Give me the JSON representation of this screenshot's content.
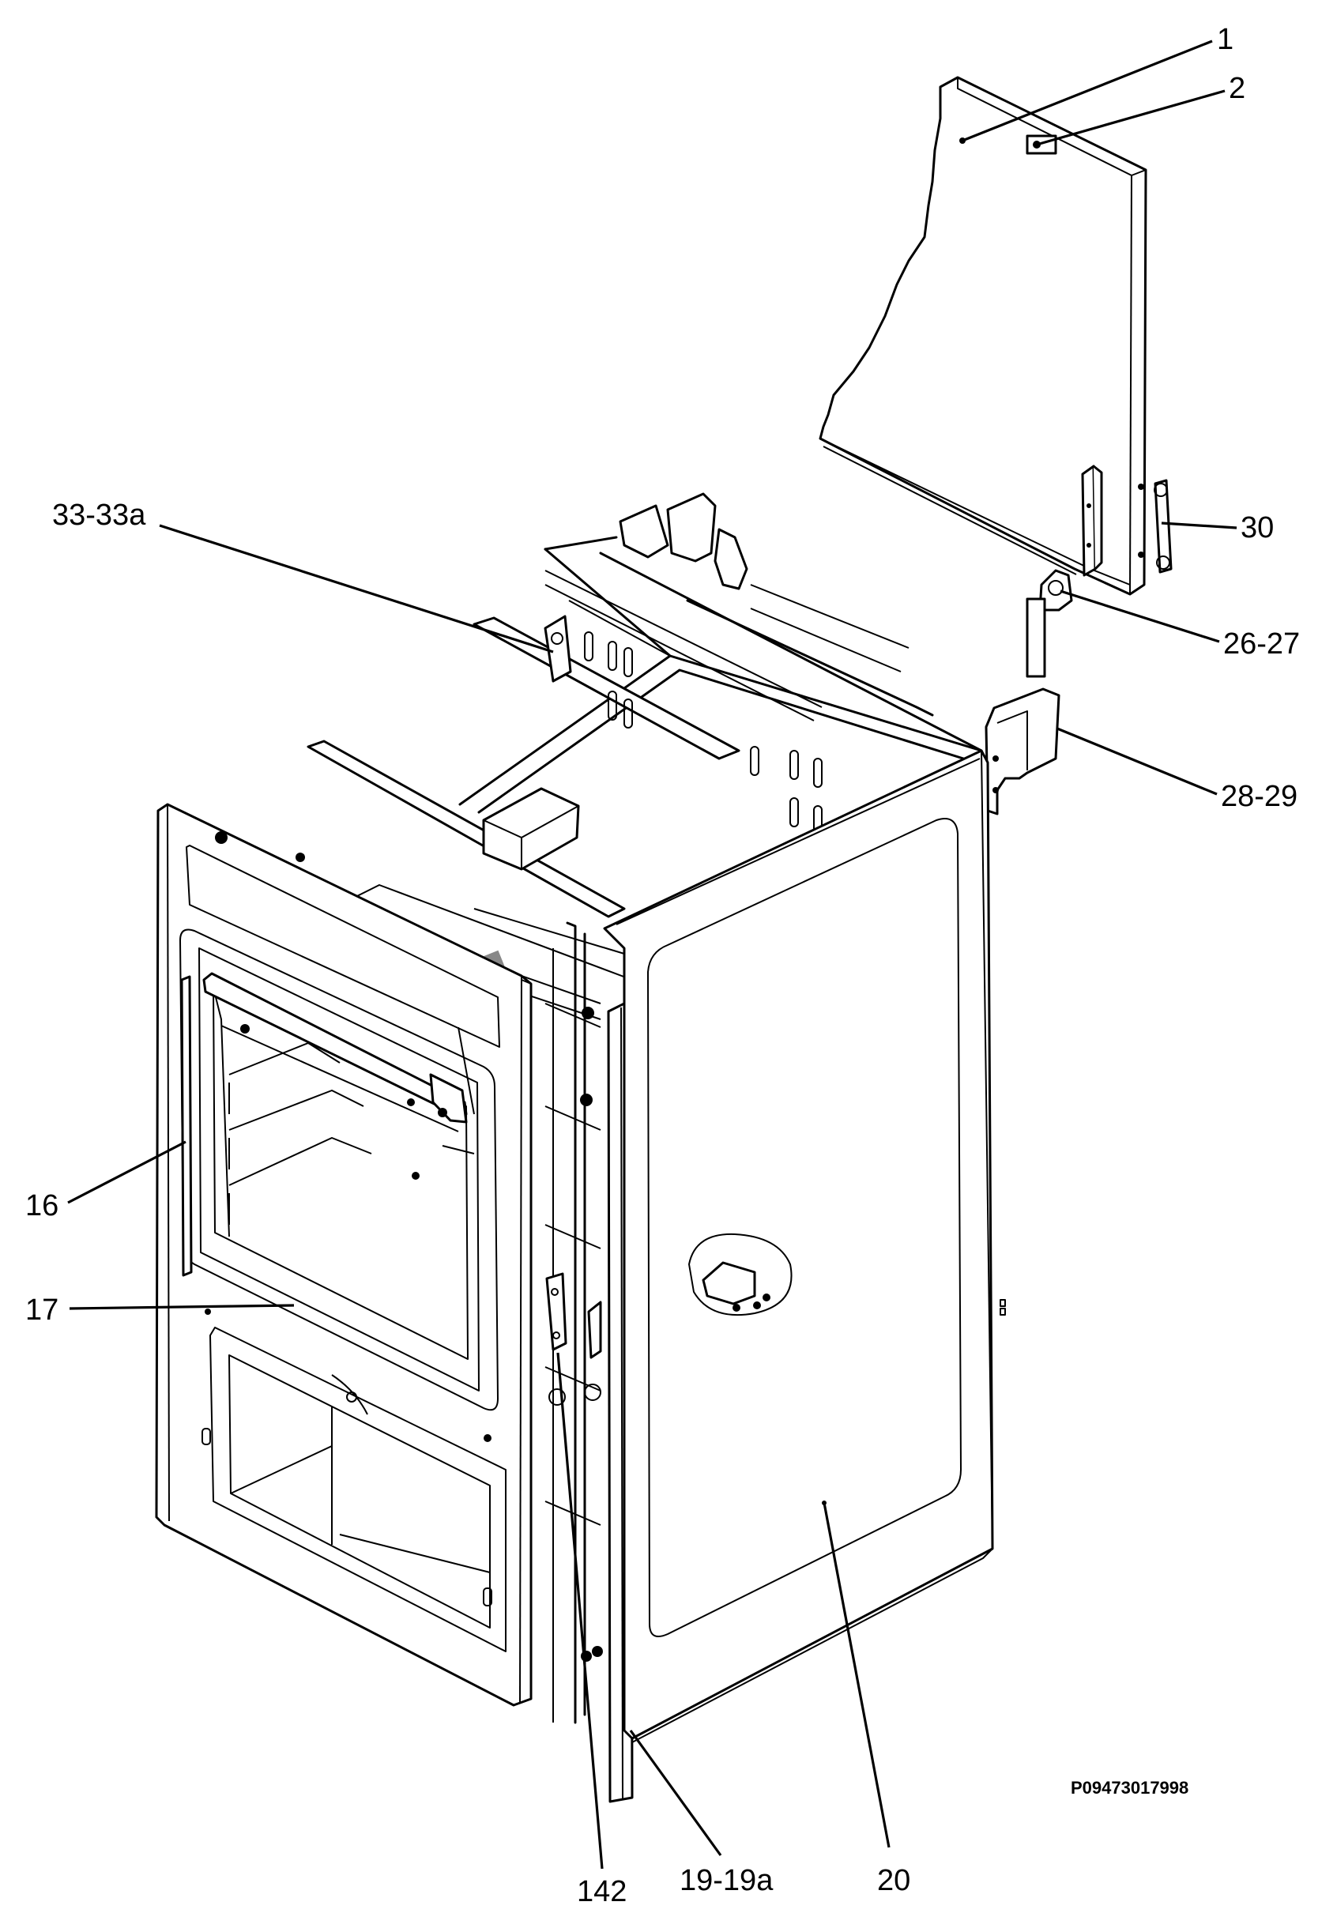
{
  "diagram": {
    "drawing_code": "P09473017998",
    "callouts": [
      {
        "id": "c1",
        "label": "1"
      },
      {
        "id": "c2",
        "label": "2"
      },
      {
        "id": "c30",
        "label": "30"
      },
      {
        "id": "c2627",
        "label": "26-27"
      },
      {
        "id": "c2829",
        "label": "28-29"
      },
      {
        "id": "c33",
        "label": "33-33a"
      },
      {
        "id": "c16",
        "label": "16"
      },
      {
        "id": "c17",
        "label": "17"
      },
      {
        "id": "c142",
        "label": "142"
      },
      {
        "id": "c19",
        "label": "19-19a"
      },
      {
        "id": "c20",
        "label": "20"
      }
    ]
  }
}
